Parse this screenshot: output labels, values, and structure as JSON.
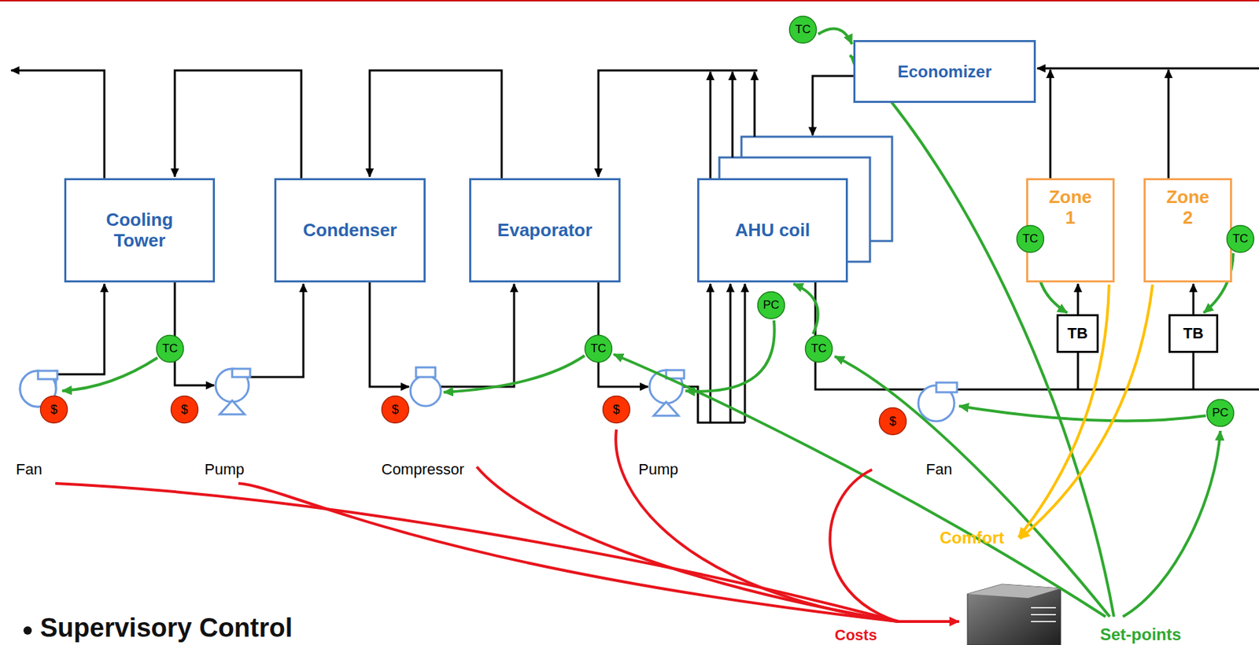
{
  "diagram": {
    "title": "Supervisory Control",
    "nodes": [
      {
        "text": [
          "TC"
        ]
      },
      {
        "text": [
          "Economizer"
        ]
      },
      {
        "text": [
          "Cooling Tower"
        ]
      },
      {
        "text": [
          "Condenser"
        ]
      },
      {
        "text": [
          "Evaporator"
        ]
      },
      {
        "text": [
          "AHU coil"
        ]
      },
      {
        "text": [
          "Zone 1"
        ]
      },
      {
        "text": [
          "Zone 2"
        ]
      },
      {
        "text": [
          "TC"
        ]
      },
      {
        "text": [
          "TC"
        ]
      },
      {
        "text": [
          "PC"
        ]
      },
      {
        "text": [
          "TB"
        ]
      },
      {
        "text": [
          "TB"
        ]
      },
      {
        "text": [
          "TC"
        ]
      },
      {
        "text": [
          "TC"
        ]
      },
      {
        "text": [
          "TC"
        ]
      },
      {
        "text": [
          "PC"
        ]
      },
      {
        "text": [
          "$"
        ]
      },
      {
        "text": [
          "$"
        ]
      },
      {
        "text": [
          "$"
        ]
      },
      {
        "text": [
          "$"
        ]
      },
      {
        "text": [
          "$"
        ]
      }
    ],
    "edges": [
      {
        "from": 0,
        "to": 1,
        "arrow": "to"
      },
      {
        "from": 8,
        "to": 11,
        "arrow": "to"
      },
      {
        "from": 9,
        "to": 12,
        "arrow": "to"
      },
      {
        "from": 15,
        "to": 5,
        "arrow": "to"
      }
    ],
    "labels": [
      "Fan",
      "Pump",
      "Compressor",
      "Pump",
      "Fan",
      "Comfort",
      "Costs",
      "Set-points"
    ]
  }
}
